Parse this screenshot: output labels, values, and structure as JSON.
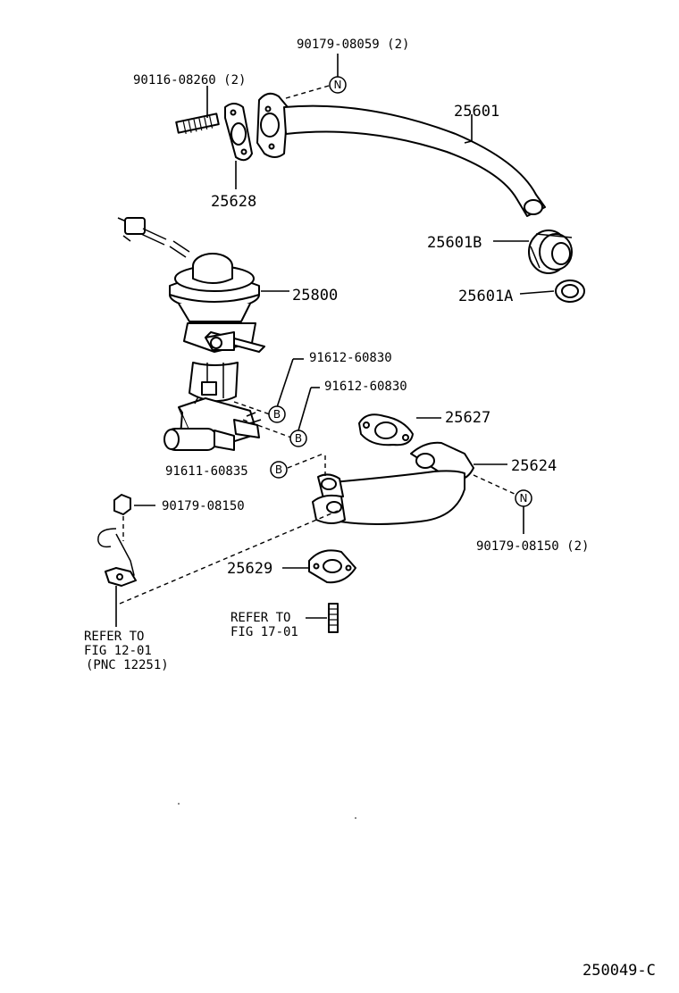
{
  "labels": {
    "p90179_08059": "90179-08059 (2)",
    "p90116_08260": "90116-08260 (2)",
    "p25601": "25601",
    "p25628": "25628",
    "p25601B": "25601B",
    "p25800": "25800",
    "p25601A": "25601A",
    "p91612_60830_a": "91612-60830",
    "p91612_60830_b": "91612-60830",
    "p25627": "25627",
    "p91611_60835": "91611-60835",
    "p25624": "25624",
    "p90179_08150": "90179-08150",
    "p90179_08150_2": "90179-08150 (2)",
    "p25629": "25629",
    "refer_fig17_line1": "REFER TO",
    "refer_fig17_line2": "FIG 17-01",
    "refer_fig12_line1": "REFER TO",
    "refer_fig12_line2": "FIG 12-01",
    "refer_fig12_line3": "(PNC 12251)",
    "figure_code": "250049-C"
  },
  "markers": {
    "n": "N",
    "b": "B"
  }
}
